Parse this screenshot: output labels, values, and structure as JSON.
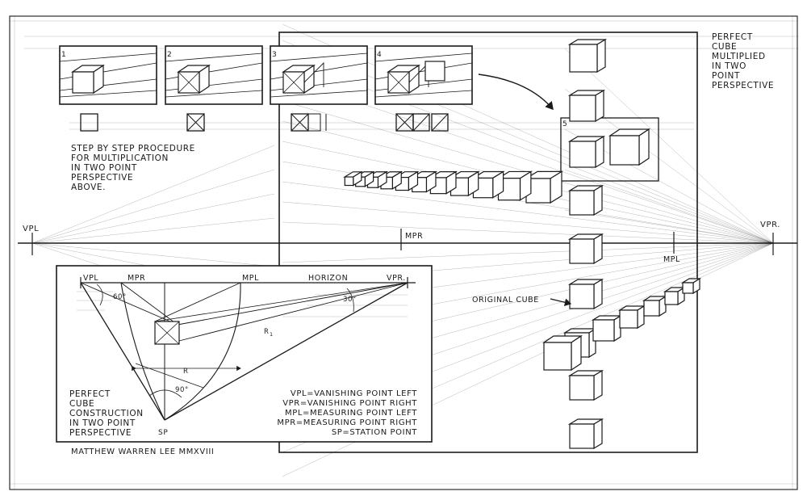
{
  "drawing": {
    "title_lines": [
      "PERFECT",
      "CUBE",
      "MULTIPLIED",
      "IN TWO",
      "POINT",
      "PERSPECTIVE"
    ],
    "procedure_lines": [
      "STEP BY STEP PROCEDURE",
      "FOR MULTIPLICATION",
      "IN TWO POINT",
      "PERSPECTIVE",
      "ABOVE."
    ],
    "step_numbers": [
      "1",
      "2",
      "3",
      "4",
      "5"
    ],
    "vp_left": "VPL",
    "vp_right": "VPR.",
    "mpr": "MPR",
    "mpl": "MPL",
    "original_cube": "ORIGINAL CUBE"
  },
  "construction": {
    "vpl": "VPL",
    "mpr": "MPR",
    "mpl": "MPL",
    "horizon": "HORIZON",
    "vpr": "VPR.",
    "angle_60": "60°",
    "angle_30": "30°",
    "angle_90": "90°",
    "r": "R",
    "r1": "R",
    "r1_sub": "1",
    "sp": "SP",
    "title_lines": [
      "PERFECT",
      "CUBE",
      "CONSTRUCTION",
      "IN TWO POINT",
      "PERSPECTIVE"
    ],
    "legend": [
      "VPL=VANISHING POINT LEFT",
      "VPR=VANISHING POINT RIGHT",
      "MPL=MEASURING POINT LEFT",
      "MPR=MEASURING POINT RIGHT",
      "SP=STATION POINT"
    ]
  },
  "signature": "MATTHEW WARREN LEE  MMXVIII"
}
